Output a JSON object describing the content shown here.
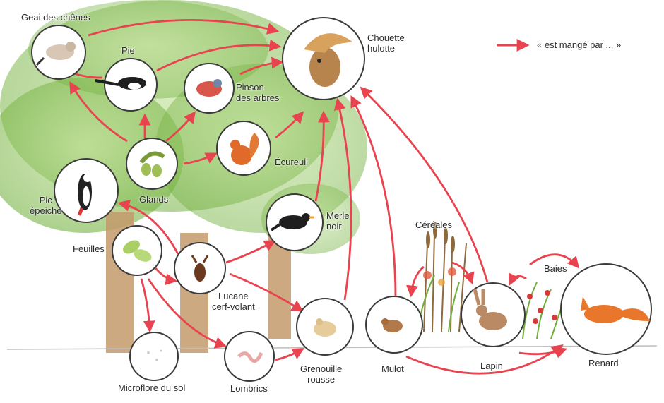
{
  "legend": {
    "text": "« est mangé par ... »",
    "arrow_color": "#e8434f"
  },
  "nodes": {
    "geai": "Geai des chênes",
    "pie": "Pie",
    "pinson": [
      "Pinson",
      "des arbres"
    ],
    "chouette": [
      "Chouette",
      "hulotte"
    ],
    "ecureuil": "Écureuil",
    "glands": "Glands",
    "pic": [
      "Pic",
      "épeiche"
    ],
    "feuilles": "Feuilles",
    "merle": [
      "Merle",
      "noir"
    ],
    "lucane": [
      "Lucane",
      "cerf-volant"
    ],
    "cereales": "Céréales",
    "baies": "Baies",
    "grenouille": [
      "Grenouille",
      "rousse"
    ],
    "mulot": "Mulot",
    "lapin": "Lapin",
    "renard": "Renard",
    "microflore": "Microflore du sol",
    "lombrics": "Lombrics"
  },
  "colors": {
    "arrow": "#e8434f",
    "foliage": "#7dbb47",
    "foliage_light": "#a8d27a",
    "trunk": "#c39a6b",
    "circle_border": "#3a3a3a"
  }
}
